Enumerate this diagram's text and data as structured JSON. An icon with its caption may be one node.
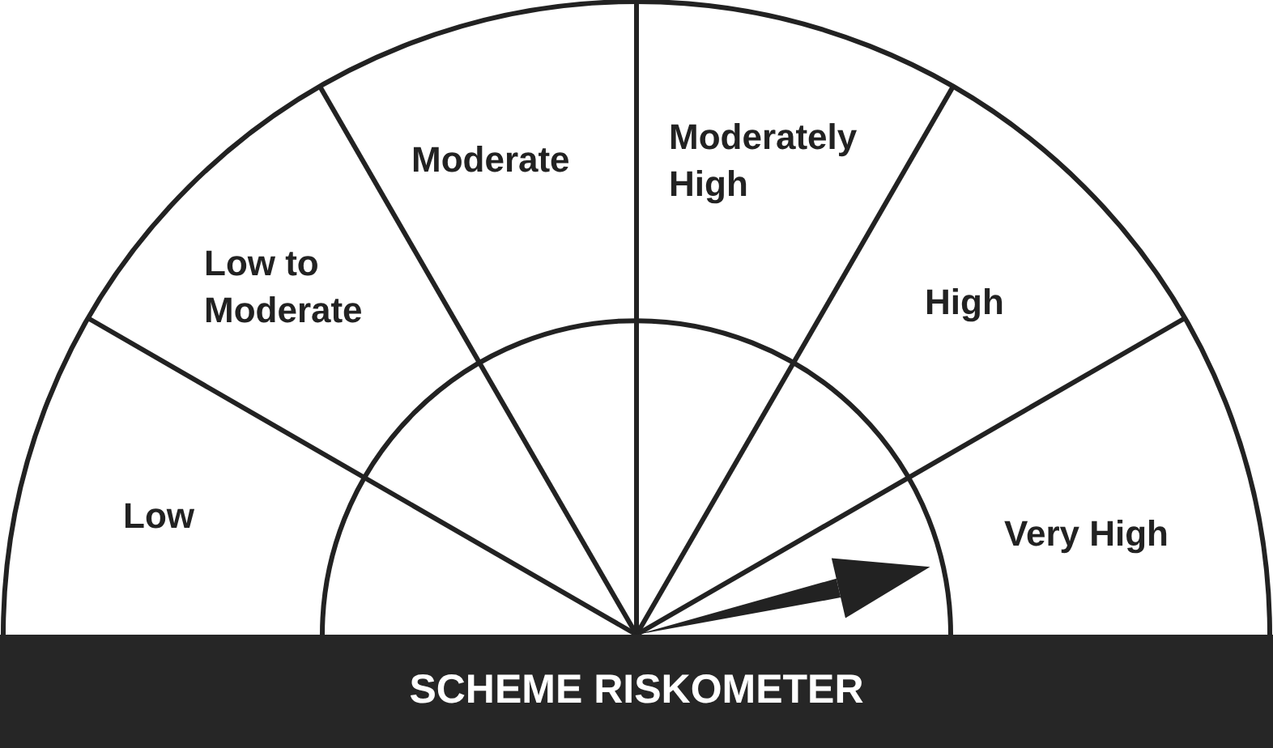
{
  "diagram": {
    "title": "SCHEME RISKOMETER",
    "nodes": [
      {
        "text": [
          "Low"
        ]
      },
      {
        "text": [
          "Low to Moderate"
        ]
      },
      {
        "text": [
          "Moderate"
        ]
      },
      {
        "text": [
          "Moderately High"
        ]
      },
      {
        "text": [
          "High"
        ]
      },
      {
        "text": [
          "Very High"
        ]
      }
    ]
  }
}
